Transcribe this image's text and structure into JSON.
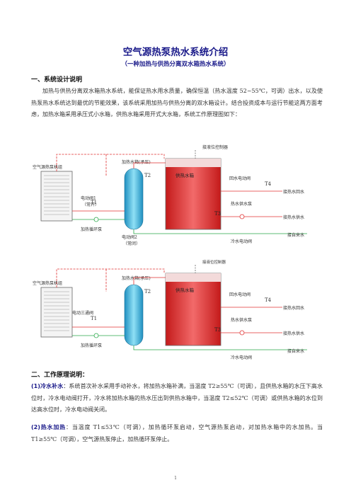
{
  "doc": {
    "title": "空气源热泵热水系统介绍",
    "subtitle": "（一种加热与供热分离双水箱热水系统）",
    "section1": "一、系统设计说明",
    "para1": "加热与供热分离双水箱热水系统，能保证热水用水质量，确保恒温（热水温度 52~55℃，可调）出水，以及使热泵热水系统达到最优的节能效果，该系统采用加热与供热分离的双水箱设计。结合投资成本与运行节能这两方面考虑，加热水箱采用承压式小水箱，供热水箱采用开式大水箱，系统工作原理图如下：",
    "section2": "二、工作原理说明：",
    "p1_head": "(1)冷水补水",
    "p1_body": "：系统首次补水采用手动补水，将加热水箱补满，当温度 T2≥55℃（可调），且供热水箱的水压下高水位时，冷水电动阀打开，冷水将加热水箱的热水压出到供热水箱中，当温度 T2≤52℃（可调）或供热水箱的水位到达高水位时，冷水电动阀关闭。",
    "p2_head": "(2)热水加热",
    "p2_body": "：当温度 T1≤53℃（可调），加热循环泵启动，空气源热泵启动，对加热水箱中的水加热。当 T1≥55℃（可调），空气源热泵停止，加热循环泵停止。",
    "page_number": "1"
  },
  "diagram1": {
    "level_controller": "接液位控制器",
    "heat_pump_unit": "空气源热泵机组",
    "heating_tank": "加热水箱(承压)",
    "supply_tank": "供热水箱",
    "t1": "T1",
    "t2": "T2",
    "t3": "T3",
    "t4": "T4",
    "valve1_a": "电动阀1",
    "valve1_b": "（常开）",
    "valve2_a": "电动阀2",
    "valve2_b": "（常闭）",
    "circ_pump": "加热循环泵",
    "return_valve": "回水电动阀",
    "return_line": "接热水回水",
    "supply_pump": "热水供水泵",
    "supply_line": "接热水供水",
    "cold_valve": "冷水电动阀",
    "tap_water": "接自来水"
  },
  "diagram2": {
    "level_controller": "接液位控制器",
    "heat_pump_unit": "空气源热泵机组",
    "heating_tank": "加热水箱(承压)",
    "supply_tank": "供热水箱",
    "t1": "T1",
    "t2": "T2",
    "t3": "T3",
    "t4": "T4",
    "three_way": "电动三通阀",
    "circ_pump": "加热循环泵",
    "return_valve": "回水电动阀",
    "return_line": "接热水回水",
    "supply_pump": "热水供水泵",
    "supply_line": "接热水供水",
    "cold_valve": "冷水电动阀",
    "tap_water": "接自来水"
  },
  "colors": {
    "hot_pipe": "#e03030",
    "cold_pipe": "#2aa84a",
    "tank_red": "#e23a3a",
    "tank_blue": "#38b4d8",
    "title": "#1a1a8a"
  }
}
